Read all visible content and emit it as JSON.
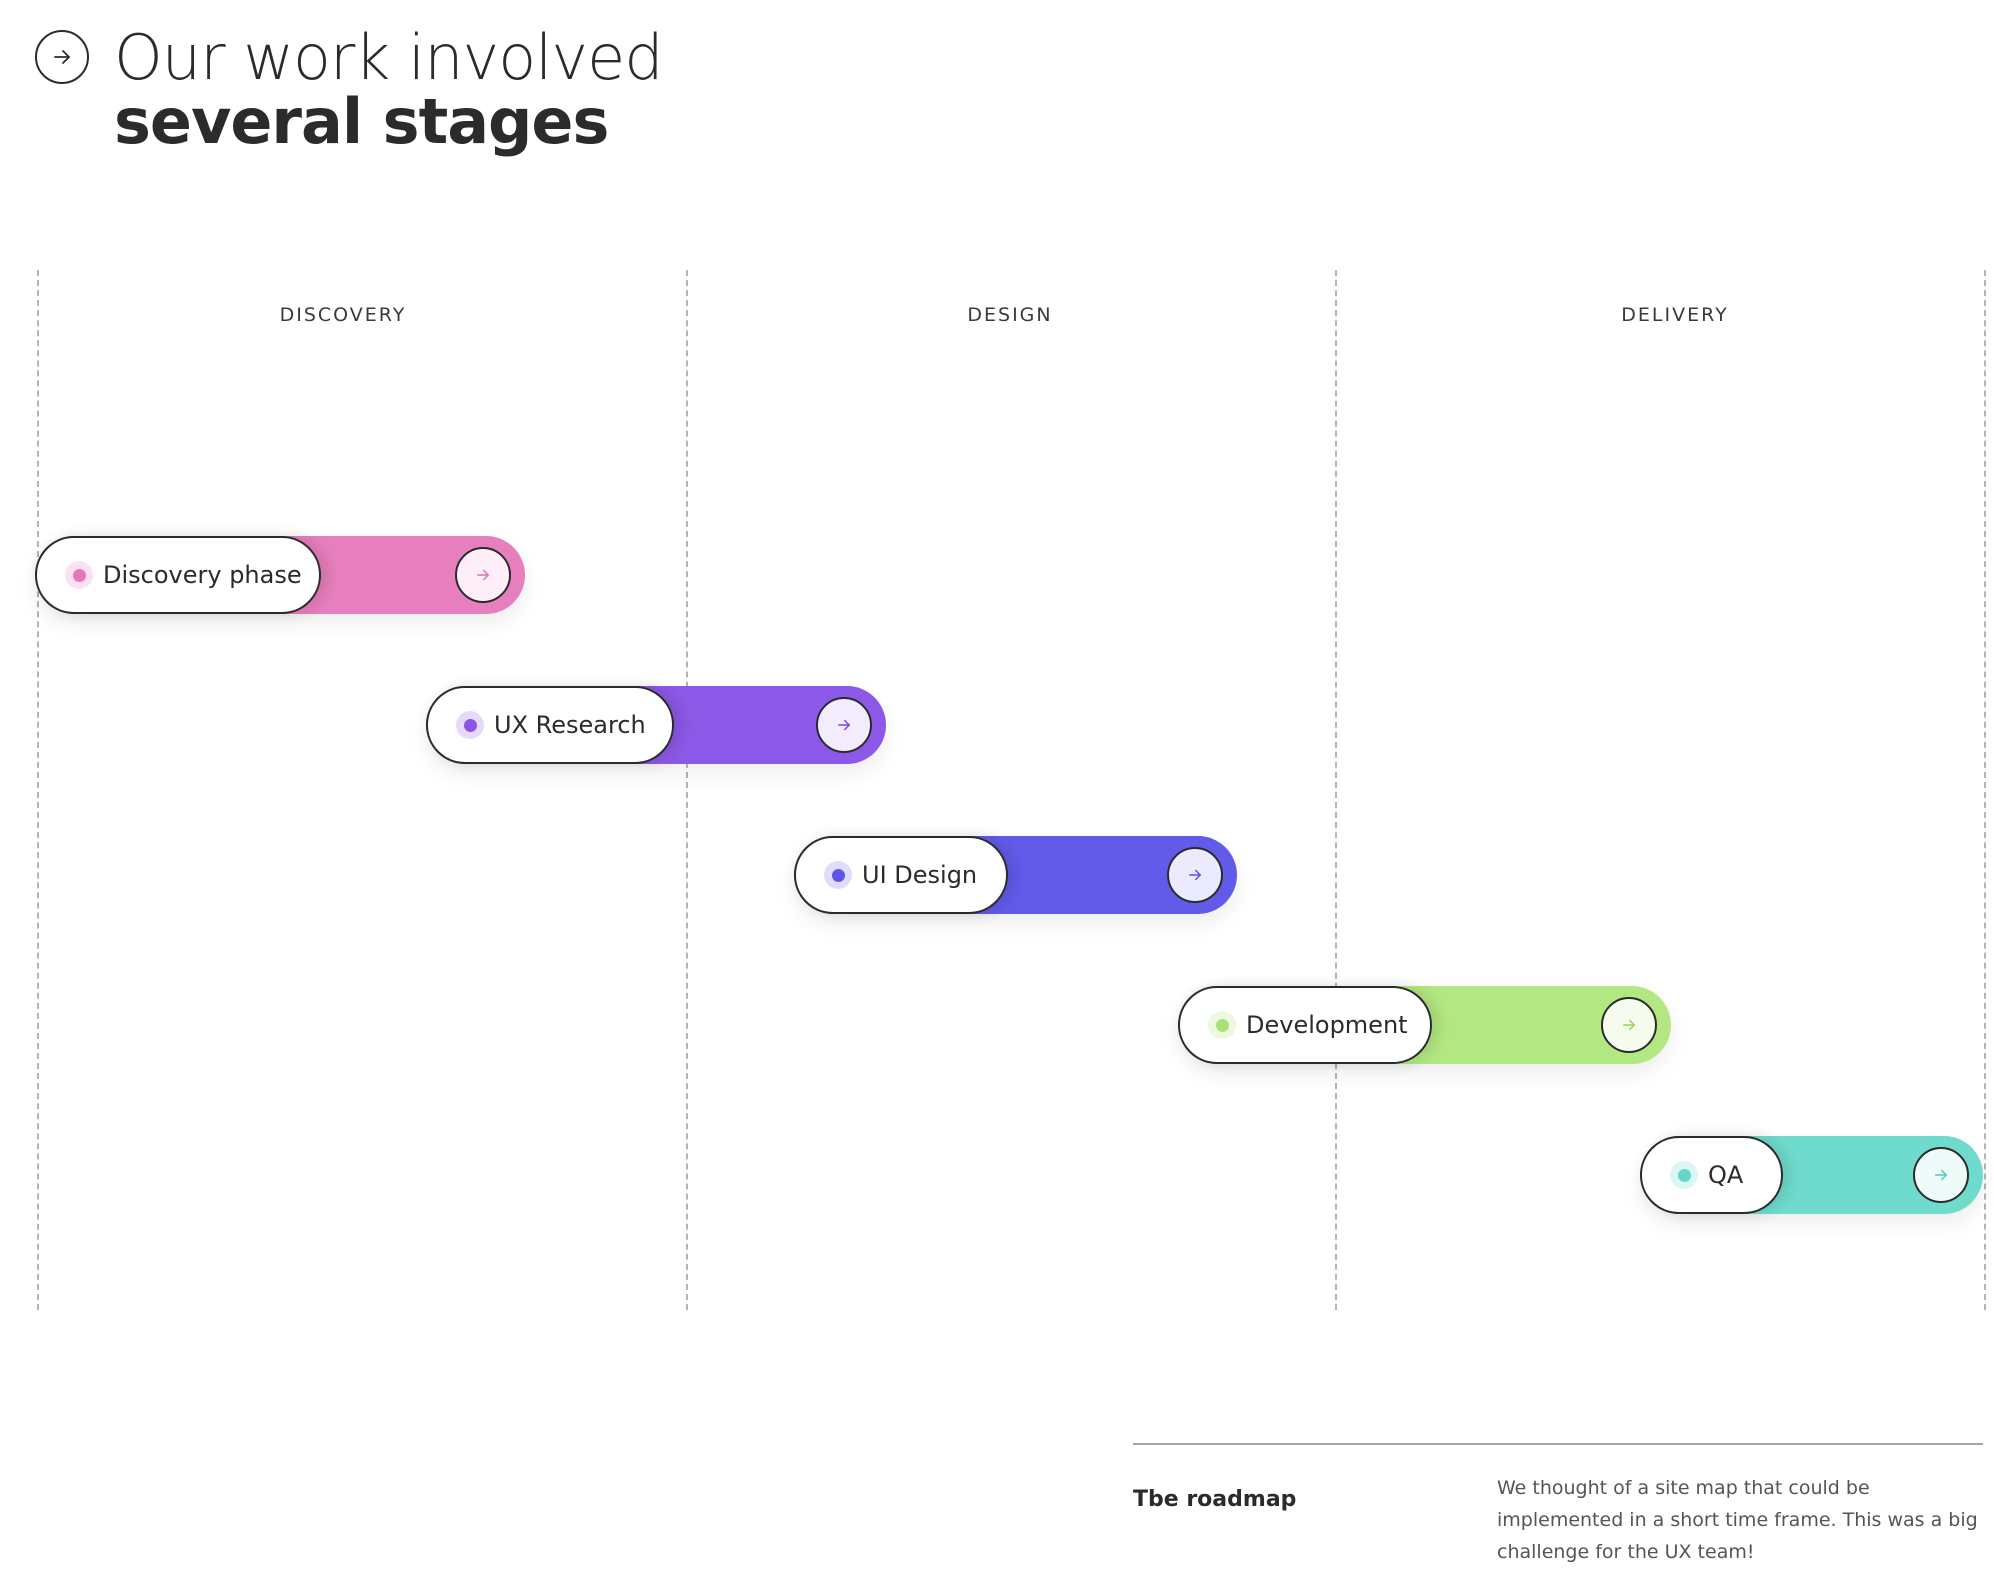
{
  "header": {
    "icon": "arrow-right-icon",
    "title_line1": "Our work involved",
    "title_line2": "several stages"
  },
  "colors": {
    "divider": "#b4b4b4",
    "text": "#2b2b2b"
  },
  "phases": [
    {
      "label": "DISCOVERY"
    },
    {
      "label": "DESIGN"
    },
    {
      "label": "DELIVERY"
    }
  ],
  "stages": [
    {
      "name": "Discovery phase",
      "color": "#e77ebd",
      "dot": "#e777bb",
      "halo": "#fbe0f0",
      "arrow_bg": "#fdeef7",
      "arrow_color": "#e26fb4",
      "icon": "arrow-right-icon"
    },
    {
      "name": "UX Research",
      "color": "#8c58e7",
      "dot": "#8a54e4",
      "halo": "#e6dafa",
      "arrow_bg": "#f2ecfd",
      "arrow_color": "#7e4ad8",
      "icon": "arrow-right-icon"
    },
    {
      "name": "UI Design",
      "color": "#625ae9",
      "dot": "#5e56e6",
      "halo": "#dfddfb",
      "arrow_bg": "#ecebfd",
      "arrow_color": "#5a52e0",
      "icon": "arrow-right-icon"
    },
    {
      "name": "Development",
      "color": "#b2e781",
      "dot": "#a9e27a",
      "halo": "#ecf9df",
      "arrow_bg": "#f5fcee",
      "arrow_color": "#94d35e",
      "icon": "arrow-right-icon"
    },
    {
      "name": "QA",
      "color": "#6fdbcd",
      "dot": "#62d6c7",
      "halo": "#dcf7f3",
      "arrow_bg": "#eefbf9",
      "arrow_color": "#4fcbbb",
      "icon": "arrow-right-icon"
    }
  ],
  "footer": {
    "title": "Tbe roadmap",
    "text": "We thought of a site map that could be implemented in a short time frame. This was a big challenge for the UX team!"
  }
}
